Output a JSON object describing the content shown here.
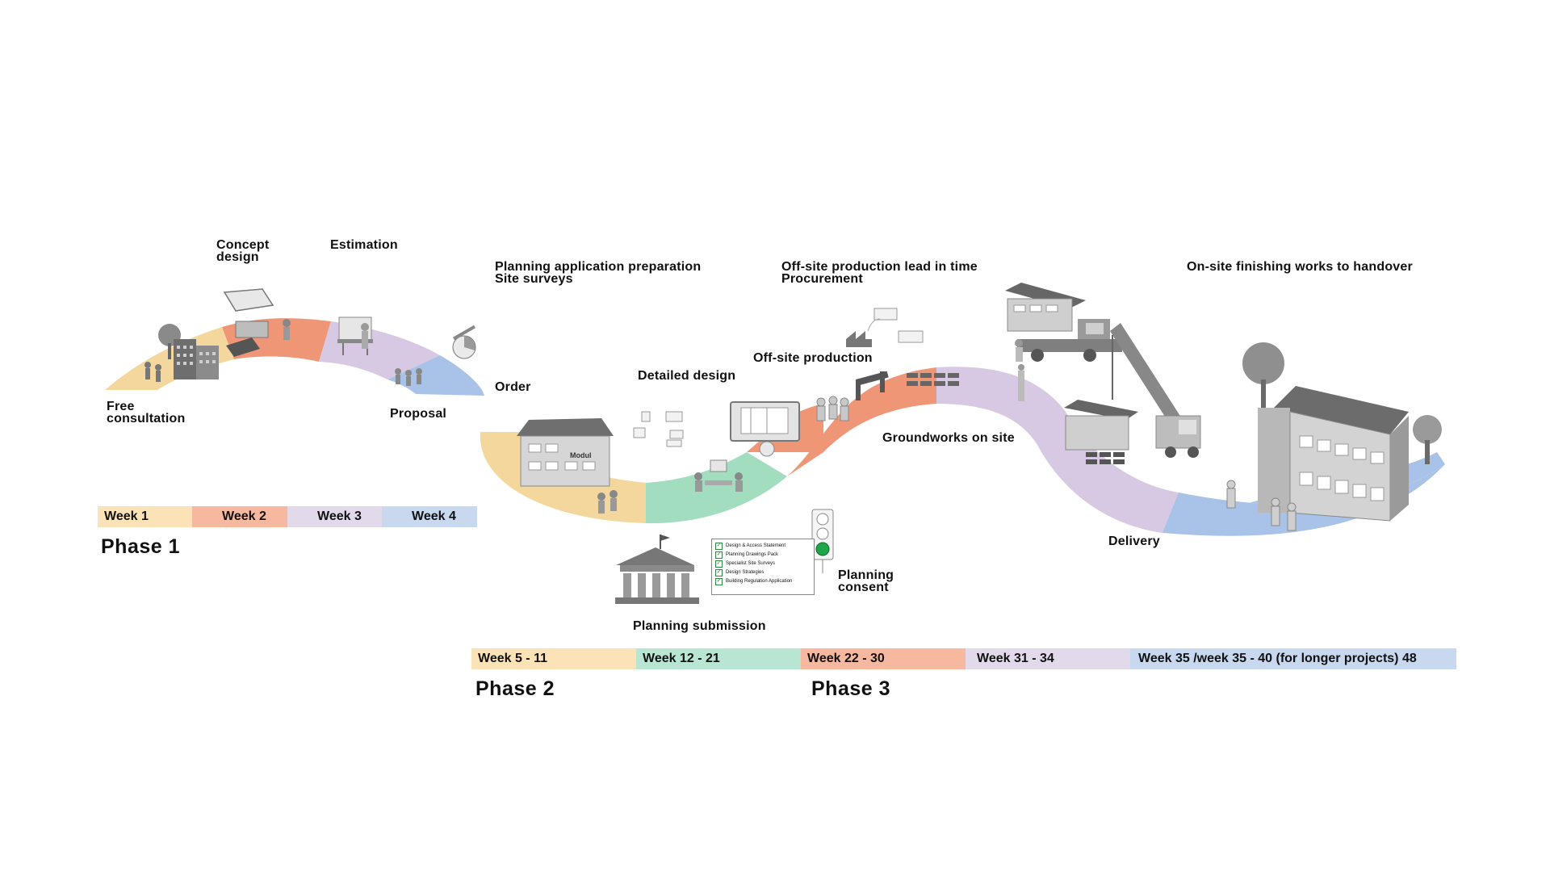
{
  "phase1": {
    "labels": {
      "concept_design": "Concept\ndesign",
      "estimation": "Estimation",
      "free_consultation": "Free\nconsultation",
      "proposal": "Proposal"
    },
    "weeks": [
      "Week 1",
      "Week 2",
      "Week 3",
      "Week 4"
    ],
    "title": "Phase 1"
  },
  "phase23": {
    "labels": {
      "planning_prep": "Planning application preparation\nSite surveys",
      "order": "Order",
      "detailed_design": "Detailed design",
      "offsite_lead": "Off-site production lead in time\nProcurement",
      "offsite_production": "Off-site production",
      "groundworks": "Groundworks on site",
      "onsite_finishing": "On-site finishing works to handover",
      "delivery": "Delivery",
      "planning_consent": "Planning\nconsent",
      "planning_submission": "Planning submission"
    },
    "checklist": [
      "Design & Access Statement",
      "Planning Drawings Pack",
      "Specialist Site Surveys",
      "Design Strategies",
      "Building Regulation Application"
    ],
    "sign_text": "Modul",
    "weeks": [
      "Week 5 - 11",
      "Week 12 - 21",
      "Week 22 - 30",
      "Week 31 - 34",
      "Week 35 /week 35 - 40 (for longer projects) 48"
    ],
    "phase2_title": "Phase 2",
    "phase3_title": "Phase 3"
  },
  "colors": {
    "yellow": "#fbe3b7",
    "orange": "#f7b8a0",
    "purple": "#e2d9ea",
    "blue": "#c7d8ef",
    "green": "#b9e6d3",
    "path_yellow": "#f4d79c",
    "path_orange": "#ef9677",
    "path_purple": "#d7c9e3",
    "path_blue": "#a8c2e8",
    "path_green": "#a3ddc0",
    "signal_green": "#1fa64a"
  },
  "icons": [
    "building-icon",
    "tree-icon",
    "people-icon",
    "drawing-board-icon",
    "chart-icon",
    "factory-icon",
    "module-icon",
    "truck-icon",
    "crane-icon",
    "house-icon",
    "town-hall-icon",
    "traffic-light-icon",
    "checklist-icon"
  ]
}
